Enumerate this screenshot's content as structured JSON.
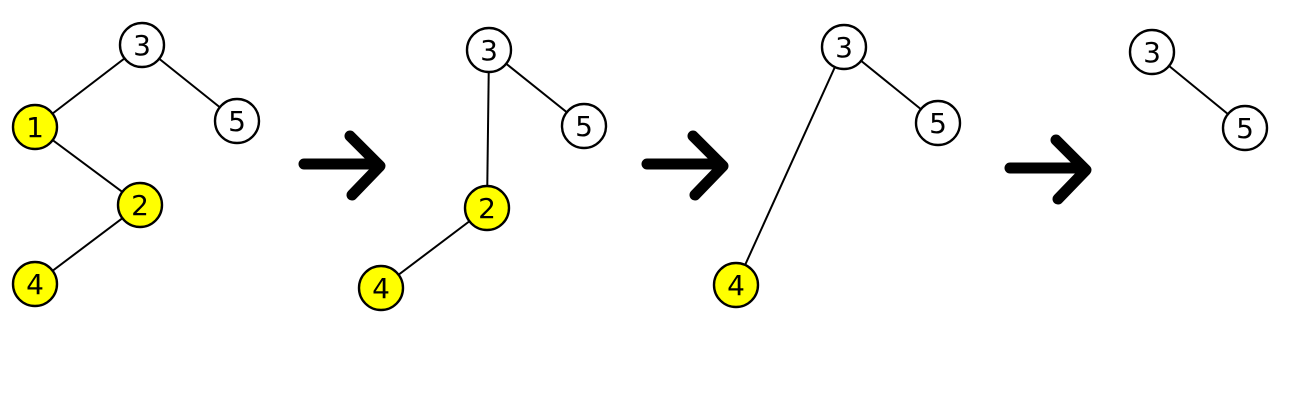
{
  "colors": {
    "highlight": "#ffff00",
    "normal": "#ffffff",
    "stroke": "#000000"
  },
  "steps": [
    {
      "nodes": [
        {
          "id": "3",
          "label": "3",
          "highlighted": false
        },
        {
          "id": "1",
          "label": "1",
          "highlighted": true
        },
        {
          "id": "5",
          "label": "5",
          "highlighted": false
        },
        {
          "id": "2",
          "label": "2",
          "highlighted": true
        },
        {
          "id": "4",
          "label": "4",
          "highlighted": true
        }
      ],
      "edges": [
        {
          "from": "3",
          "to": "1"
        },
        {
          "from": "3",
          "to": "5"
        },
        {
          "from": "1",
          "to": "2"
        },
        {
          "from": "2",
          "to": "4"
        }
      ]
    },
    {
      "nodes": [
        {
          "id": "3",
          "label": "3",
          "highlighted": false
        },
        {
          "id": "5",
          "label": "5",
          "highlighted": false
        },
        {
          "id": "2",
          "label": "2",
          "highlighted": true
        },
        {
          "id": "4",
          "label": "4",
          "highlighted": true
        }
      ],
      "edges": [
        {
          "from": "3",
          "to": "2"
        },
        {
          "from": "3",
          "to": "5"
        },
        {
          "from": "2",
          "to": "4"
        }
      ]
    },
    {
      "nodes": [
        {
          "id": "3",
          "label": "3",
          "highlighted": false
        },
        {
          "id": "5",
          "label": "5",
          "highlighted": false
        },
        {
          "id": "4",
          "label": "4",
          "highlighted": true
        }
      ],
      "edges": [
        {
          "from": "3",
          "to": "4"
        },
        {
          "from": "3",
          "to": "5"
        }
      ]
    },
    {
      "nodes": [
        {
          "id": "3",
          "label": "3",
          "highlighted": false
        },
        {
          "id": "5",
          "label": "5",
          "highlighted": false
        }
      ],
      "edges": [
        {
          "from": "3",
          "to": "5"
        }
      ]
    }
  ],
  "arrows": [
    {
      "icon": "right-arrow-icon"
    },
    {
      "icon": "right-arrow-icon"
    },
    {
      "icon": "right-arrow-icon"
    }
  ]
}
